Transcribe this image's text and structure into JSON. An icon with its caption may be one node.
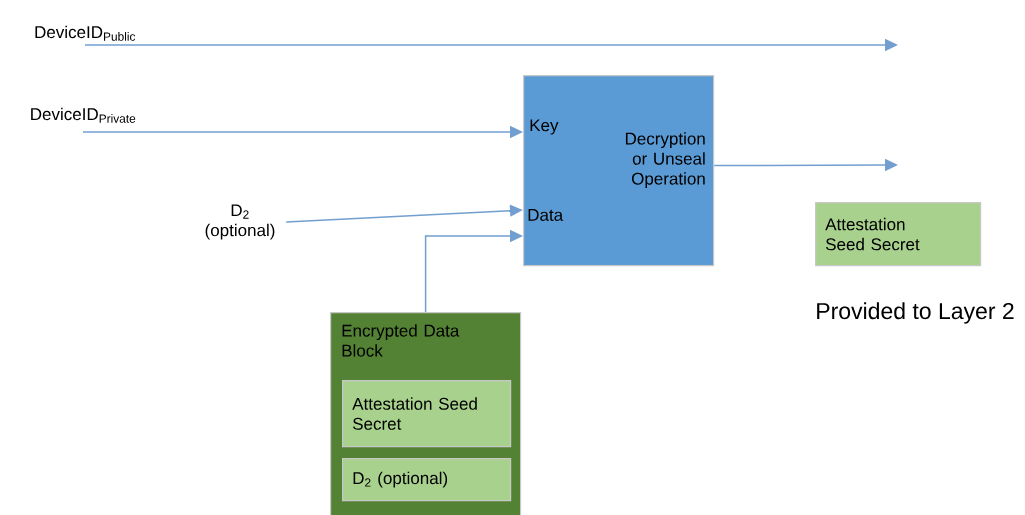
{
  "diagram": {
    "nodes": [
      {
        "text": [
          "DeviceID$_{Public}$"
        ]
      },
      {
        "text": [
          "DeviceID$_{Private}$"
        ]
      },
      {
        "text": [
          "Key",
          "Decryption or Unseal Operation",
          "Data"
        ]
      },
      {
        "text": [
          "D$_{2}$ (optional)"
        ]
      },
      {
        "text": [
          "Encrypted Data Block"
        ]
      },
      {
        "text": [
          "Attestation Seed Secret"
        ],
        "in": 4
      },
      {
        "text": [
          "D$_{2}$ (optional)"
        ],
        "in": 4
      },
      {
        "text": [
          "Attestation Seed Secret"
        ]
      }
    ],
    "labels": [
      "Provided to Layer 2"
    ],
    "edges": [
      {
        "from": 0,
        "to": null,
        "arrow": "to"
      },
      {
        "from": 1,
        "to": 2,
        "arrow": "to"
      },
      {
        "from": 3,
        "to": 2,
        "arrow": "to"
      },
      {
        "from": 4,
        "to": 2,
        "arrow": "to"
      },
      {
        "from": 2,
        "to": null,
        "arrow": "to"
      }
    ]
  }
}
